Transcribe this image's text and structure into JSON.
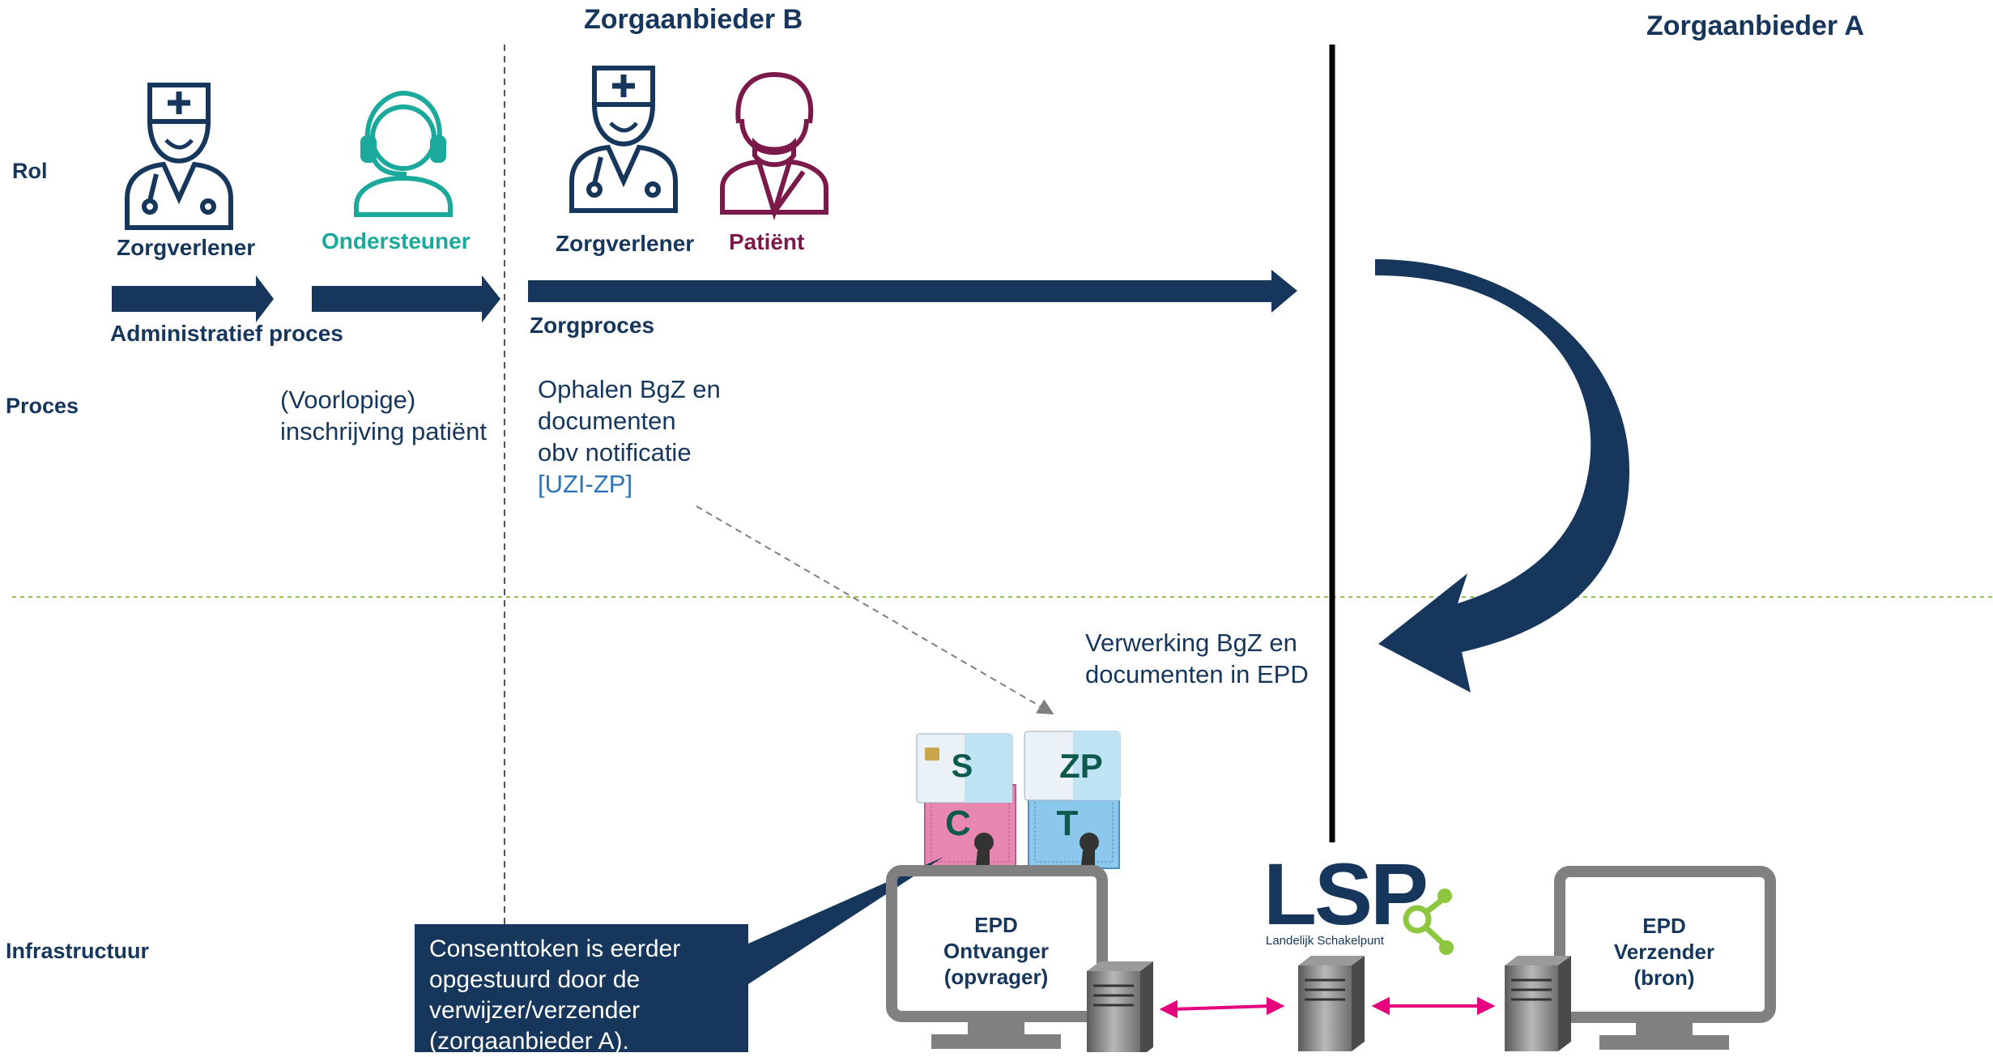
{
  "headers": {
    "provider_b": "Zorgaanbieder B",
    "provider_a": "Zorgaanbieder A"
  },
  "row_labels": {
    "rol": "Rol",
    "proces": "Proces",
    "infrastructuur": "Infrastructuur"
  },
  "roles": {
    "zorgverlener_admin": "Zorgverlener",
    "ondersteuner": "Ondersteuner",
    "zorgverlener_b": "Zorgverlener",
    "patient": "Patiënt"
  },
  "processes": {
    "administratief": "Administratief  proces",
    "zorgproces": "Zorgproces"
  },
  "process_texts": {
    "inschrijving_line1": "(Voorlopige)",
    "inschrijving_line2": "inschrijving patiënt",
    "ophalen_line1": "Ophalen BgZ en",
    "ophalen_line2": "documenten",
    "ophalen_line3": "obv notificatie",
    "ophalen_uzi": "[UZI-ZP]",
    "verwerking_line1": "Verwerking BgZ en",
    "verwerking_line2": "documenten in EPD"
  },
  "cards": {
    "s": "S",
    "c": "C",
    "zp": "ZP",
    "t": "T"
  },
  "epd_receiver": {
    "line1": "EPD",
    "line2": "Ontvanger",
    "line3": "(opvrager)"
  },
  "epd_sender": {
    "line1": "EPD",
    "line2": "Verzender",
    "line3": "(bron)"
  },
  "lsp": {
    "logo": "LSP",
    "subtitle": "Landelijk Schakelpunt"
  },
  "callout": {
    "text": "Consenttoken is eerder opgestuurd door de verwijzer/verzender (zorgaanbieder A)."
  },
  "colors": {
    "navy": "#16365c",
    "teal": "#1aa99b",
    "maroon": "#7b1a4a",
    "pink": "#e6007e",
    "green": "#8dc63f",
    "gray": "#7f7f7f"
  }
}
